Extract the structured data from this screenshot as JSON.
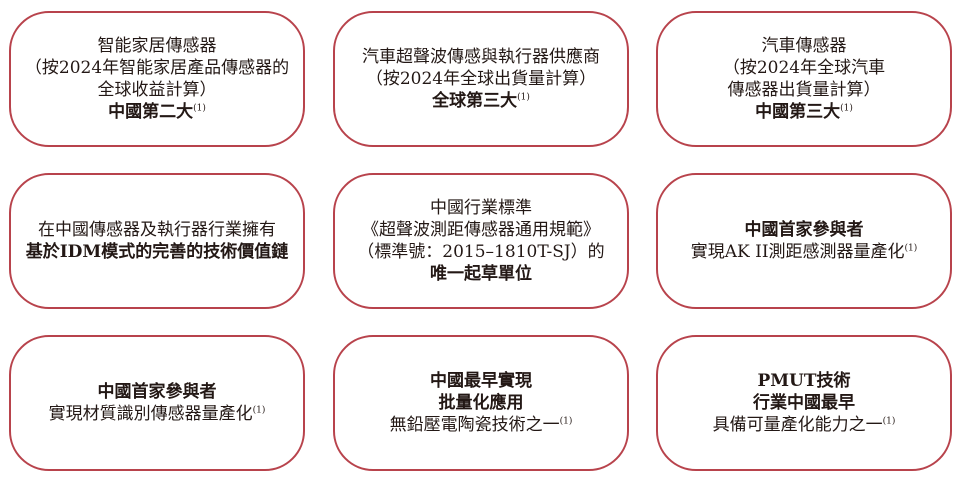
{
  "cards": [
    {
      "lines": [
        {
          "text": "智能家居傳感器",
          "bold": false,
          "note": ""
        },
        {
          "text": "（按2024年智能家居產品傳感器的",
          "bold": false,
          "note": ""
        },
        {
          "text": "全球收益計算）",
          "bold": false,
          "note": ""
        },
        {
          "text": "中國第二大",
          "bold": true,
          "note": "(1)"
        }
      ]
    },
    {
      "lines": [
        {
          "text": "汽車超聲波傳感與執行器供應商",
          "bold": false,
          "note": ""
        },
        {
          "text": "（按2024年全球出貨量計算）",
          "bold": false,
          "note": ""
        },
        {
          "text": "全球第三大",
          "bold": true,
          "note": "(1)"
        }
      ]
    },
    {
      "lines": [
        {
          "text": "汽車傳感器",
          "bold": false,
          "note": ""
        },
        {
          "text": "（按2024年全球汽車",
          "bold": false,
          "note": ""
        },
        {
          "text": "傳感器出貨量計算）",
          "bold": false,
          "note": ""
        },
        {
          "text": "中國第三大",
          "bold": true,
          "note": "(1)"
        }
      ]
    },
    {
      "lines": [
        {
          "text": "在中國傳感器及執行器行業擁有",
          "bold": false,
          "note": ""
        },
        {
          "text": "基於IDM模式的完善的技術價值鏈",
          "bold": true,
          "note": ""
        }
      ]
    },
    {
      "lines": [
        {
          "text": "中國行業標準",
          "bold": false,
          "note": ""
        },
        {
          "text": "《超聲波測距傳感器通用規範》",
          "bold": false,
          "note": ""
        },
        {
          "text": "（標準號：2015–1810T-SJ）的",
          "bold": false,
          "note": ""
        },
        {
          "text": "唯一起草單位",
          "bold": true,
          "note": ""
        }
      ]
    },
    {
      "lines": [
        {
          "text": "中國首家參與者",
          "bold": true,
          "note": ""
        },
        {
          "text": "實現AK II測距感測器量產化",
          "bold": false,
          "note": "(1)"
        }
      ]
    },
    {
      "lines": [
        {
          "text": "中國首家參與者",
          "bold": true,
          "note": ""
        },
        {
          "text": "實現材質識別傳感器量產化",
          "bold": false,
          "note": "(1)"
        }
      ]
    },
    {
      "lines": [
        {
          "text": "中國最早實現",
          "bold": true,
          "note": ""
        },
        {
          "text": "批量化應用",
          "bold": true,
          "note": ""
        },
        {
          "text": "無鉛壓電陶瓷技術之一",
          "bold": false,
          "note": "(1)"
        }
      ]
    },
    {
      "lines": [
        {
          "text": "PMUT技術",
          "bold": true,
          "note": ""
        },
        {
          "text": "行業中國最早",
          "bold": true,
          "note": ""
        },
        {
          "text": "具備可量產化能力之一",
          "bold": false,
          "note": "(1)"
        }
      ]
    }
  ]
}
